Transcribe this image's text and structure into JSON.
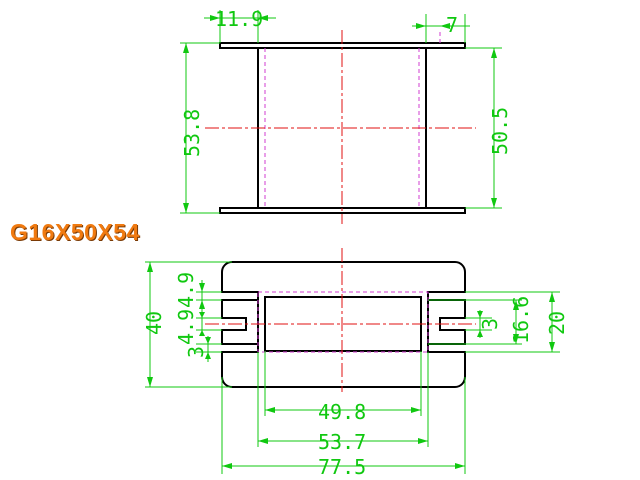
{
  "part_label": "G16X50X54",
  "colors": {
    "outline": "#000000",
    "hidden_line": "#d23cd2",
    "center_line": "#e01010",
    "dimension": "#10c810",
    "label": "#f07a10"
  },
  "front_view": {
    "dim_flange_left": "11.9",
    "dim_flange_right": "7",
    "dim_height_left": "53.8",
    "dim_height_right": "50.5"
  },
  "bottom_view": {
    "dim_height_total": "40",
    "dim_slot_upper": "4.9",
    "dim_slot_middle": "4.9",
    "dim_slot_lower": "3",
    "dim_slot_right": "3",
    "dim_core_inner": "16.6",
    "dim_core_outer": "20",
    "dim_width_inner": "49.8",
    "dim_width_middle": "53.7",
    "dim_width_total": "77.5"
  }
}
